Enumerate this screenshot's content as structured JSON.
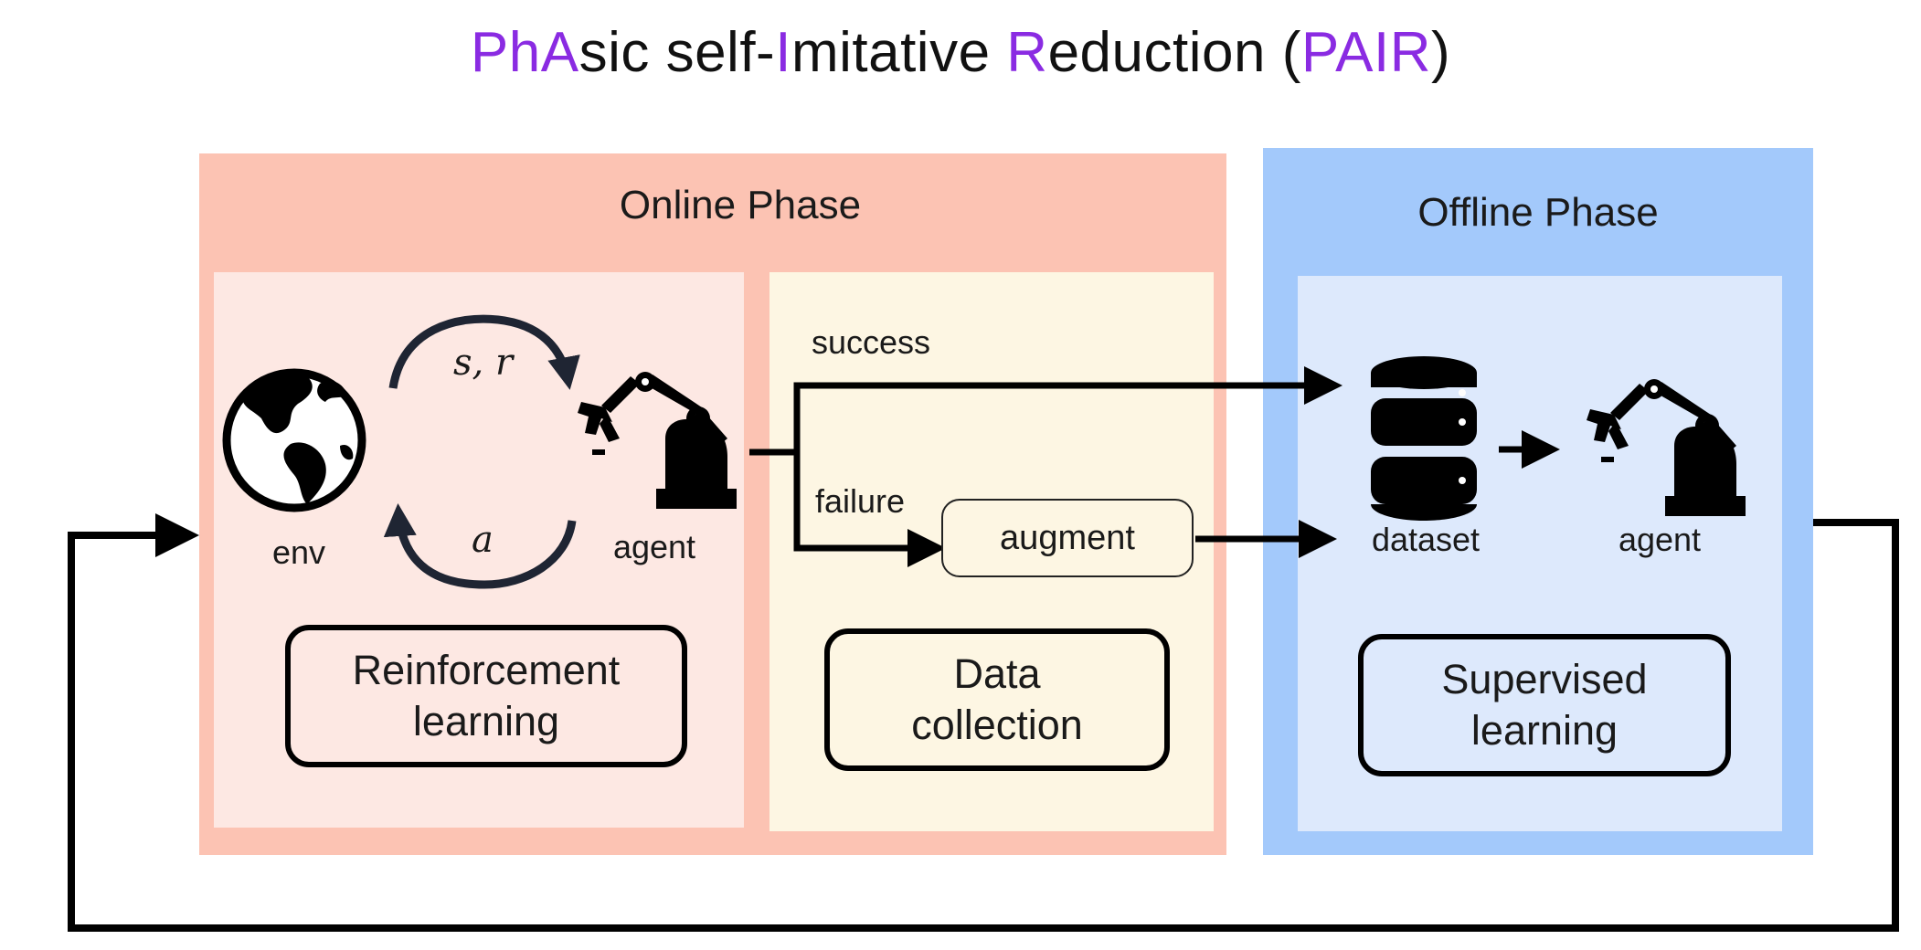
{
  "title": {
    "segments": [
      {
        "text": "Ph",
        "highlight": true
      },
      {
        "text": "A",
        "highlight": true
      },
      {
        "text": "sic self-",
        "highlight": false
      },
      {
        "text": "I",
        "highlight": true
      },
      {
        "text": "mitative ",
        "highlight": false
      },
      {
        "text": "R",
        "highlight": true
      },
      {
        "text": "eduction (",
        "highlight": false
      },
      {
        "text": "PAIR",
        "highlight": true
      },
      {
        "text": ")",
        "highlight": false
      }
    ]
  },
  "colors": {
    "highlight": "#8a2be2",
    "online_phase_bg": "#fcc3b3",
    "rl_panel_bg": "#fde8e3",
    "data_panel_bg": "#fdf6e3",
    "offline_phase_bg": "#a3c9fb",
    "sl_panel_bg": "#dde9fc"
  },
  "online_phase": {
    "title": "Online Phase",
    "rl_panel": {
      "env_label": "env",
      "agent_label": "agent",
      "state_reward": "s, r",
      "action": "a",
      "method_line1": "Reinforcement",
      "method_line2": "learning"
    },
    "data_panel": {
      "success_label": "success",
      "failure_label": "failure",
      "augment_label": "augment",
      "method_line1": "Data",
      "method_line2": "collection"
    }
  },
  "offline_phase": {
    "title": "Offline Phase",
    "dataset_label": "dataset",
    "agent_label": "agent",
    "method_line1": "Supervised",
    "method_line2": "learning"
  },
  "icons": [
    "globe-icon",
    "robot-arm-icon",
    "database-icon"
  ]
}
